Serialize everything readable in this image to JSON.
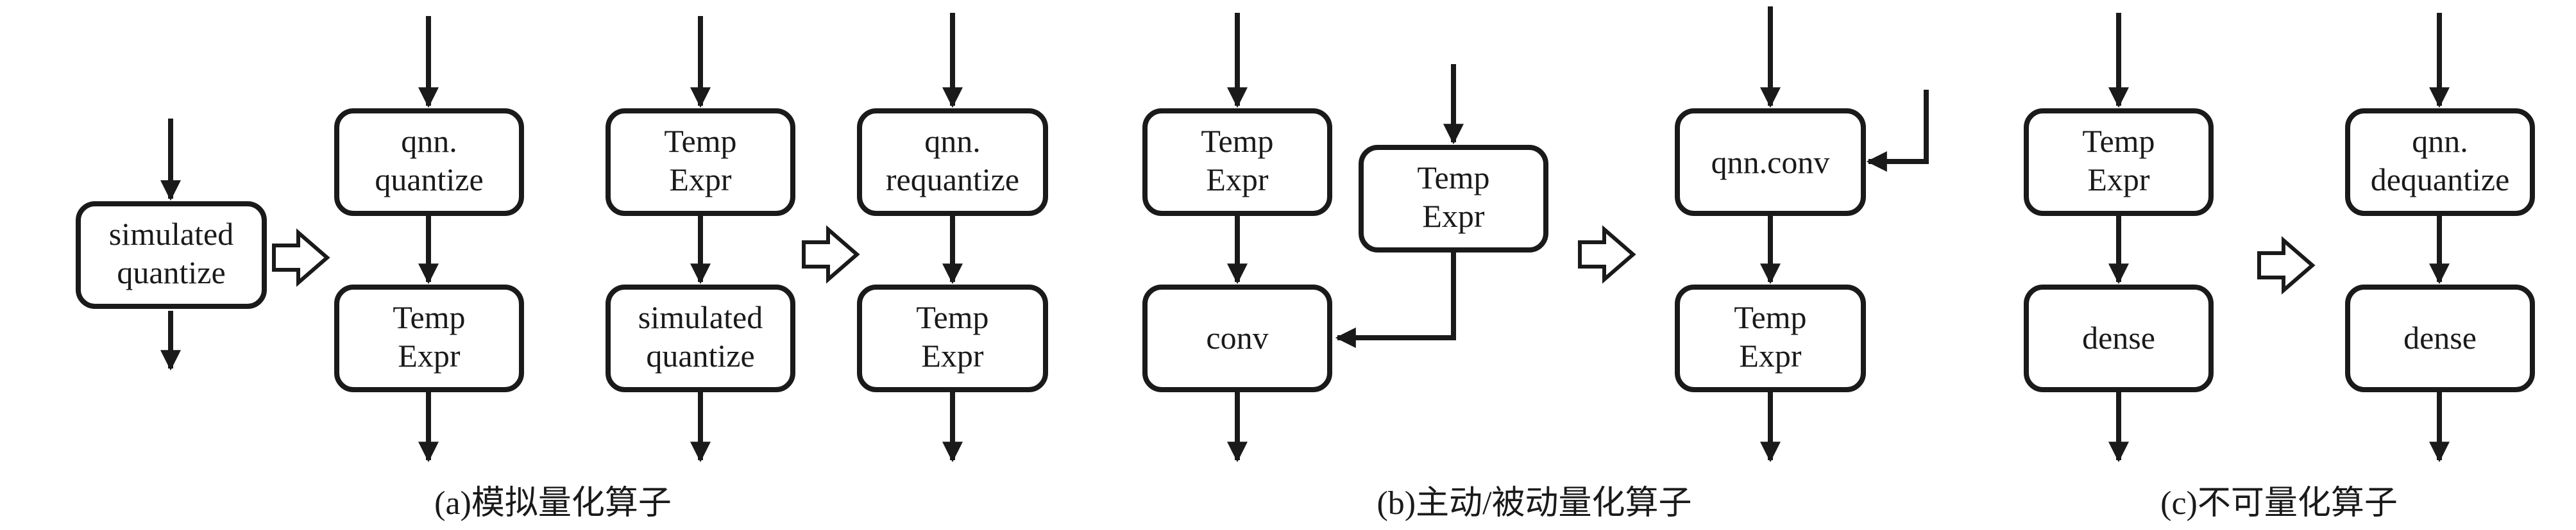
{
  "boxes": {
    "a1": [
      "simulated",
      "quantize"
    ],
    "a2": [
      "qnn.",
      "quantize"
    ],
    "a3": [
      "Temp",
      "Expr"
    ],
    "a4": [
      "Temp",
      "Expr"
    ],
    "a5": [
      "simulated",
      "quantize"
    ],
    "a6": [
      "qnn.",
      "requantize"
    ],
    "a7": [
      "Temp",
      "Expr"
    ],
    "b1": [
      "Temp",
      "Expr"
    ],
    "b2": [
      "Temp",
      "Expr"
    ],
    "b3": [
      "conv"
    ],
    "b4": [
      "qnn.conv"
    ],
    "b5": [
      "Temp",
      "Expr"
    ],
    "c1": [
      "Temp",
      "Expr"
    ],
    "c2": [
      "dense"
    ],
    "c3": [
      "qnn.",
      "dequantize"
    ],
    "c4": [
      "dense"
    ]
  },
  "captions": {
    "a": "(a)模拟量化算子",
    "b": "(b)主动/被动量化算子",
    "c": "(c)不可量化算子"
  },
  "colors": {
    "stroke": "#1a1a1a",
    "background": "#ffffff"
  }
}
